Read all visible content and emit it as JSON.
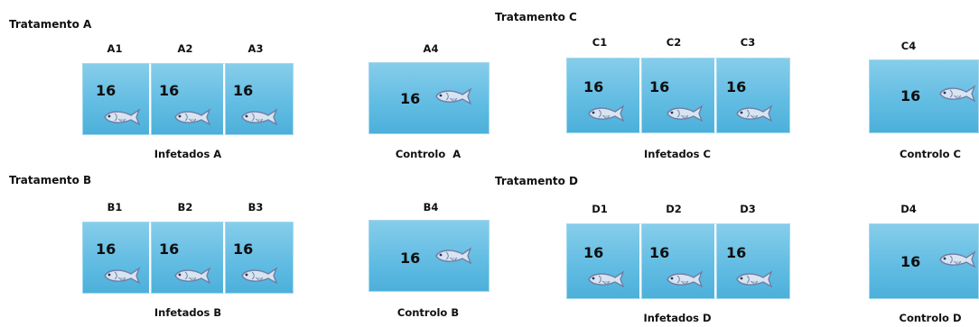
{
  "treatments": {
    "a": {
      "title": "Tratamento A",
      "tanks": [
        "A1",
        "A2",
        "A3",
        "A4"
      ],
      "infected_label": "Infetados A",
      "control_label": "Controlo  A"
    },
    "b": {
      "title": "Tratamento B",
      "tanks": [
        "B1",
        "B2",
        "B3",
        "B4"
      ],
      "infected_label": "Infetados B",
      "control_label": "Controlo B"
    },
    "c": {
      "title": "Tratamento C",
      "tanks": [
        "C1",
        "C2",
        "C3",
        "C4"
      ],
      "infected_label": "Infetados C",
      "control_label": "Controlo C"
    },
    "d": {
      "title": "Tratamento D",
      "tanks": [
        "D1",
        "D2",
        "D3",
        "D4"
      ],
      "infected_label": "Infetados D",
      "control_label": "Controlo D"
    }
  },
  "fish_count": "16",
  "icons": {
    "fish": "fish-icon"
  },
  "colors": {
    "water": "#63bde3",
    "fish_body": "#d9e4f2",
    "fish_outline": "#6e7fa6"
  }
}
